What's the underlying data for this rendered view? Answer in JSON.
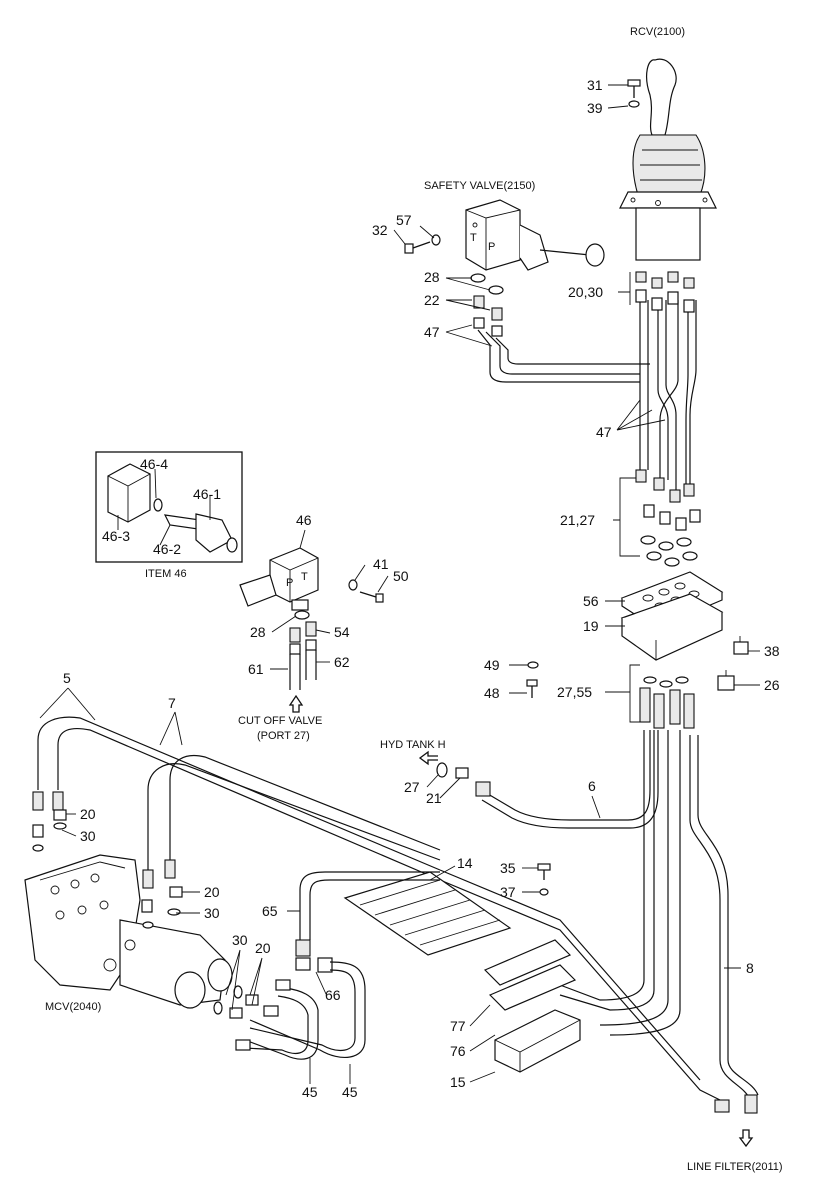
{
  "captions": {
    "rcv": "RCV(2100)",
    "safety_valve": "SAFETY VALVE(2150)",
    "item46": "ITEM 46",
    "cut_off_1": "CUT OFF VALVE",
    "cut_off_2": "(PORT 27)",
    "hyd_tank": "HYD TANK H",
    "mcv": "MCV(2040)",
    "line_filter": "LINE FILTER(2011)"
  },
  "labels": {
    "n31": "31",
    "n39": "39",
    "n32": "32",
    "n57": "57",
    "n28a": "28",
    "n22": "22",
    "n47a": "47",
    "n2030": "20,30",
    "n47b": "47",
    "n464": "46-4",
    "n461": "46-1",
    "n463": "46-3",
    "n462": "46-2",
    "n46": "46",
    "n41": "41",
    "n50": "50",
    "n28b": "28",
    "n54": "54",
    "n61": "61",
    "n62": "62",
    "n2127": "21,27",
    "n56": "56",
    "n19": "19",
    "n38": "38",
    "n49": "49",
    "n48": "48",
    "n2755": "27,55",
    "n26": "26",
    "n5": "5",
    "n7": "7",
    "n20a": "20",
    "n30a": "30",
    "n20b": "20",
    "n30b": "30",
    "n30c": "30",
    "n20c": "20",
    "n27": "27",
    "n21": "21",
    "n6": "6",
    "n14": "14",
    "n35": "35",
    "n37": "37",
    "n65": "65",
    "n66": "66",
    "n8": "8",
    "n77": "77",
    "n76": "76",
    "n15": "15",
    "n45a": "45",
    "n45b": "45"
  },
  "port_letters": {
    "t1": "T",
    "p1": "P",
    "p2": "P",
    "t2": "T"
  }
}
